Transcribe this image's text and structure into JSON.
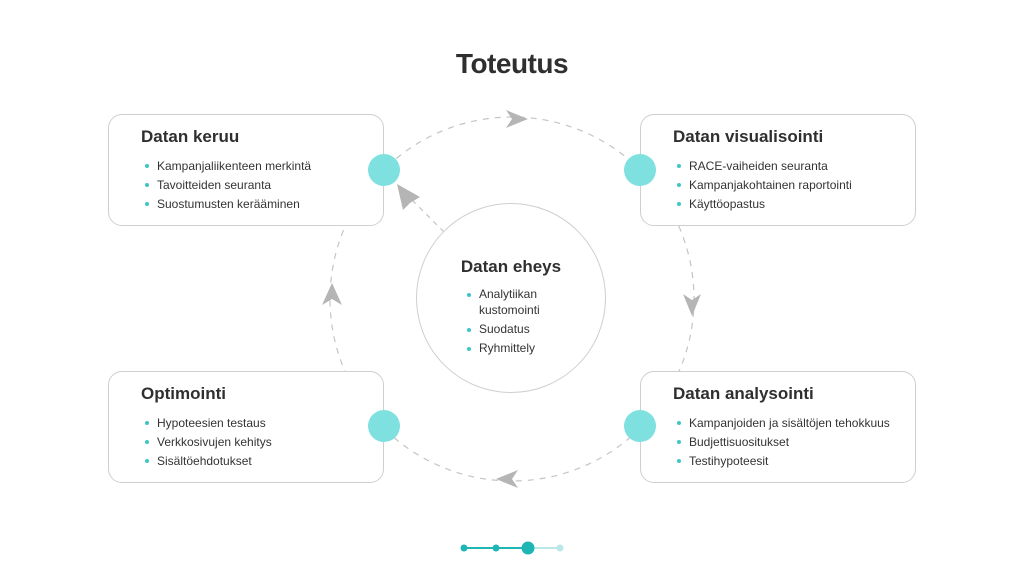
{
  "title": "Toteutus",
  "colors": {
    "accent": "#7fe0e0",
    "bullet": "#3fc6c6",
    "border": "#cfcfcf",
    "pager": "#1fb5b5"
  },
  "cards": [
    {
      "title": "Datan keruu",
      "items": [
        "Kampanjaliikenteen merkintä",
        "Tavoitteiden seuranta",
        "Suostumusten kerääminen"
      ]
    },
    {
      "title": "Datan visualisointi",
      "items": [
        "RACE-vaiheiden seuranta",
        "Kampanjakohtainen raportointi",
        "Käyttöopastus"
      ]
    },
    {
      "title": "Optimointi",
      "items": [
        "Hypoteesien testaus",
        "Verkkosivujen kehitys",
        "Sisältöehdotukset"
      ]
    },
    {
      "title": "Datan analysointi",
      "items": [
        "Kampanjoiden ja sisältöjen tehokkuus",
        "Budjettisuositukset",
        "Testihypoteesit"
      ]
    }
  ],
  "center": {
    "title": "Datan eheys",
    "items": [
      "Analytiikan kustomointi",
      "Suodatus",
      "Ryhmittely"
    ]
  },
  "pager": {
    "total": 4,
    "current": 3
  }
}
